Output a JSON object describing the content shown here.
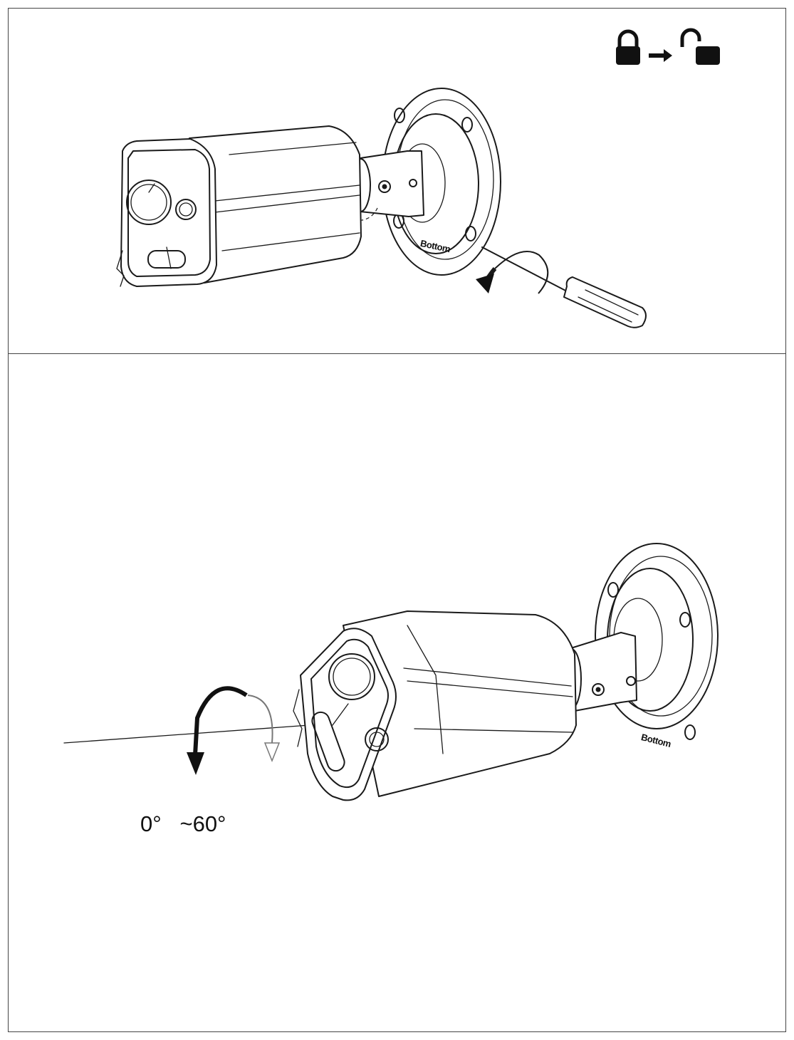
{
  "figure": {
    "top_panel": {
      "icon_sequence": [
        "lock-closed-icon",
        "arrow-right-icon",
        "lock-open-icon"
      ],
      "base_label": "Bottom"
    },
    "bottom_panel": {
      "base_label": "Bottom",
      "angle_label": "0°   ~60°"
    }
  },
  "colors": {
    "line": "#1a1a1a",
    "frame": "#444444",
    "background": "#ffffff"
  }
}
